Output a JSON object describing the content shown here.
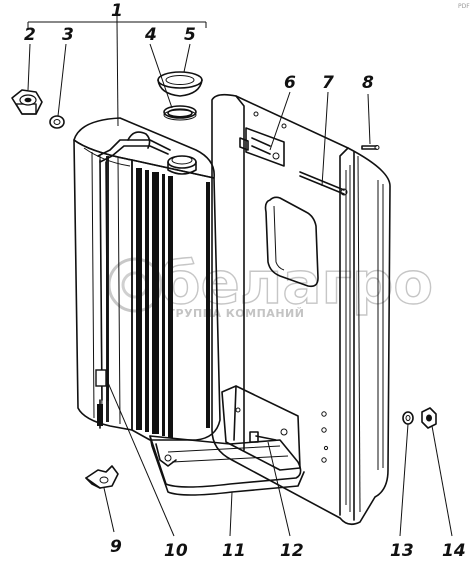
{
  "labels": {
    "l1": "1",
    "l2": "2",
    "l3": "3",
    "l4": "4",
    "l5": "5",
    "l6": "6",
    "l7": "7",
    "l8": "8",
    "l9": "9",
    "l10": "10",
    "l11": "11",
    "l12": "12",
    "l13": "13",
    "l14": "14"
  },
  "watermark": {
    "main": "белагро",
    "sub": "ГРУППА КОМПАНИЙ"
  },
  "corner_mark": "PDF"
}
